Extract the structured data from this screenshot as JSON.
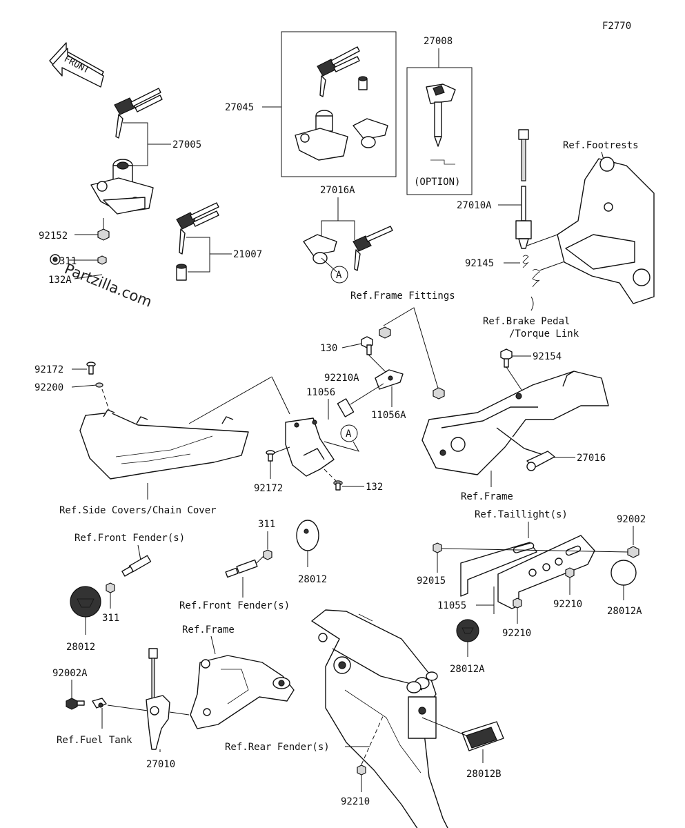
{
  "diagram_code": "F2770",
  "front_arrow_text": "FRONT",
  "watermark": "Partzilla.com",
  "option_text": "(OPTION)",
  "callout_circle_letter": "A",
  "labels": {
    "p27045": "27045",
    "p27008": "27008",
    "p27005": "27005",
    "p92152": "92152",
    "p311_top": "311",
    "p132A": "132A",
    "p21007": "21007",
    "p27016A": "27016A",
    "p27010A": "27010A",
    "p92145": "92145",
    "ref_footrests": "Ref.Footrests",
    "ref_brake_pedal_1": "Ref.Brake Pedal",
    "ref_brake_pedal_2": "/Torque Link",
    "ref_frame_fittings": "Ref.Frame Fittings",
    "p130": "130",
    "p92154": "92154",
    "p92172_top": "92172",
    "p92200": "92200",
    "p92210A": "92210A",
    "p11056": "11056",
    "p11056A": "11056A",
    "p27016": "27016",
    "p92172_bot": "92172",
    "p132": "132",
    "ref_frame_right": "Ref.Frame",
    "ref_side_covers": "Ref.Side Covers/Chain Cover",
    "ref_taillights": "Ref.Taillight(s)",
    "p92002": "92002",
    "ref_front_fender_top": "Ref.Front Fender(s)",
    "p311_mid": "311",
    "p28012_mid": "28012",
    "p92015": "92015",
    "p92210_right": "92210",
    "p28012A_right": "28012A",
    "p311_left": "311",
    "ref_front_fender_mid": "Ref.Front Fender(s)",
    "p11055": "11055",
    "p92210_mid": "92210",
    "p28012_left": "28012",
    "ref_frame_bottom": "Ref.Frame",
    "p28012A_mid": "28012A",
    "p92002A": "92002A",
    "ref_fuel_tank": "Ref.Fuel Tank",
    "ref_rear_fender": "Ref.Rear Fender(s)",
    "p28012B": "28012B",
    "p27010": "27010",
    "p92210_bottom": "92210"
  }
}
